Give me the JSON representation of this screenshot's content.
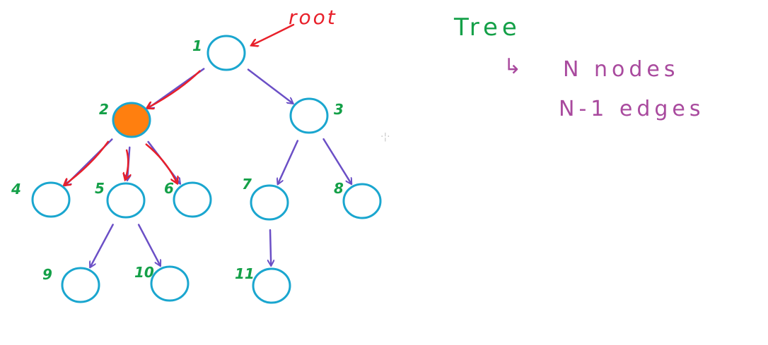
{
  "root_label": "root",
  "title": "Tree",
  "notes": {
    "arrow": "↳",
    "nodes": "N nodes",
    "edges": "N-1 edges"
  },
  "nodes": [
    {
      "label": "1"
    },
    {
      "label": "2",
      "highlighted": true
    },
    {
      "label": "3"
    },
    {
      "label": "4"
    },
    {
      "label": "5"
    },
    {
      "label": "6"
    },
    {
      "label": "7"
    },
    {
      "label": "8"
    },
    {
      "label": "9"
    },
    {
      "label": "10"
    },
    {
      "label": "11"
    }
  ],
  "edges": [
    [
      "1",
      "2"
    ],
    [
      "1",
      "3"
    ],
    [
      "2",
      "4"
    ],
    [
      "2",
      "5"
    ],
    [
      "2",
      "6"
    ],
    [
      "3",
      "7"
    ],
    [
      "3",
      "8"
    ],
    [
      "5",
      "9"
    ],
    [
      "5",
      "10"
    ],
    [
      "7",
      "11"
    ]
  ],
  "traced_edges": [
    [
      "1",
      "2"
    ],
    [
      "2",
      "4"
    ],
    [
      "2",
      "5"
    ],
    [
      "2",
      "6"
    ]
  ],
  "colors": {
    "node_stroke": "#1aa6cf",
    "highlight_fill": "#ff7f0f",
    "edge": "#6b4fc6",
    "trace": "#e8202a",
    "label": "#14a048",
    "note": "#a94a9e"
  }
}
